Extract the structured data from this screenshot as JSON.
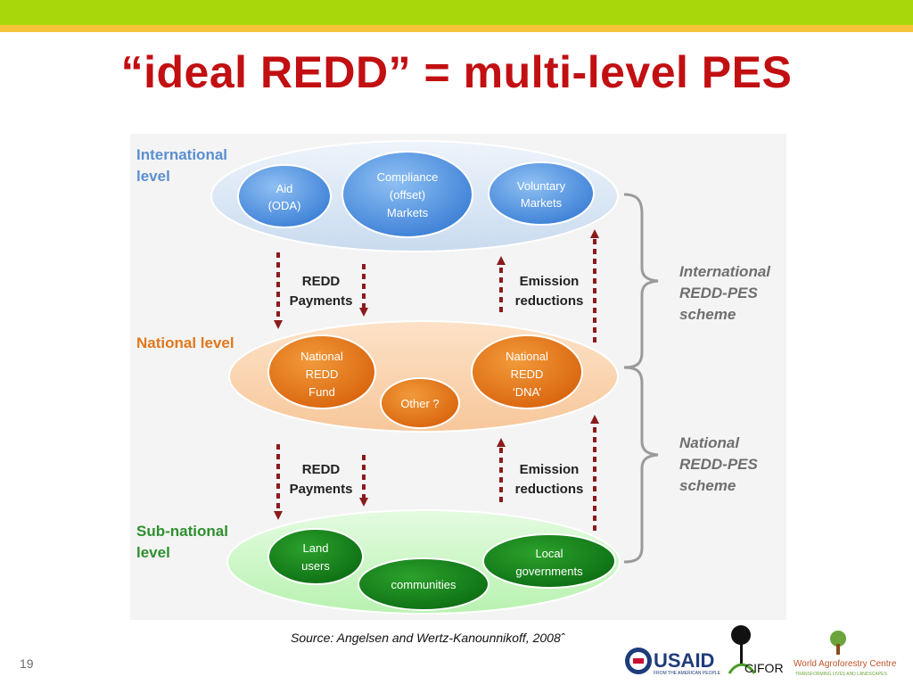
{
  "title": "“ideal REDD” = multi-level PES",
  "levels": {
    "international": {
      "line1": "International",
      "line2": "level"
    },
    "national": {
      "line1": "National level"
    },
    "subnational": {
      "line1": "Sub-national",
      "line2": "level"
    }
  },
  "bubbles": {
    "aid": [
      "Aid",
      "(ODA)"
    ],
    "compliance": [
      "Compliance",
      "(offset)",
      "Markets"
    ],
    "voluntary": [
      "Voluntary",
      "Markets"
    ],
    "fund": [
      "National",
      "REDD",
      "Fund"
    ],
    "other": [
      "Other ?"
    ],
    "dna": [
      "National",
      "REDD",
      "‘DNA’"
    ],
    "land": [
      "Land",
      "users"
    ],
    "communities": [
      "communities"
    ],
    "local": [
      "Local",
      "governments"
    ]
  },
  "flows": {
    "payments": [
      "REDD",
      "Payments"
    ],
    "emissions": [
      "Emission",
      "reductions"
    ]
  },
  "schemes": {
    "international": [
      "International",
      "REDD-PES",
      "scheme"
    ],
    "national": [
      "National",
      "REDD-PES",
      "scheme"
    ]
  },
  "source": "Source: Angelsen and Wertz-Kanounnikoff,  2008ˆ",
  "page_number": "19",
  "logos": {
    "usaid": "USAID",
    "usaid_sub": "FROM THE AMERICAN PEOPLE",
    "cifor": "CIFOR",
    "icraf": "World Agroforestry Centre",
    "icraf_sub": "TRANSFORMING LIVES AND LANDSCAPES"
  },
  "colors": {
    "title": "#c20f12",
    "international_label": "#5b8fd0",
    "national_label": "#e0781d",
    "subnational_label": "#2f8f2f",
    "arrow": "#8b1b1b",
    "scheme_text": "#6f6f6f"
  }
}
